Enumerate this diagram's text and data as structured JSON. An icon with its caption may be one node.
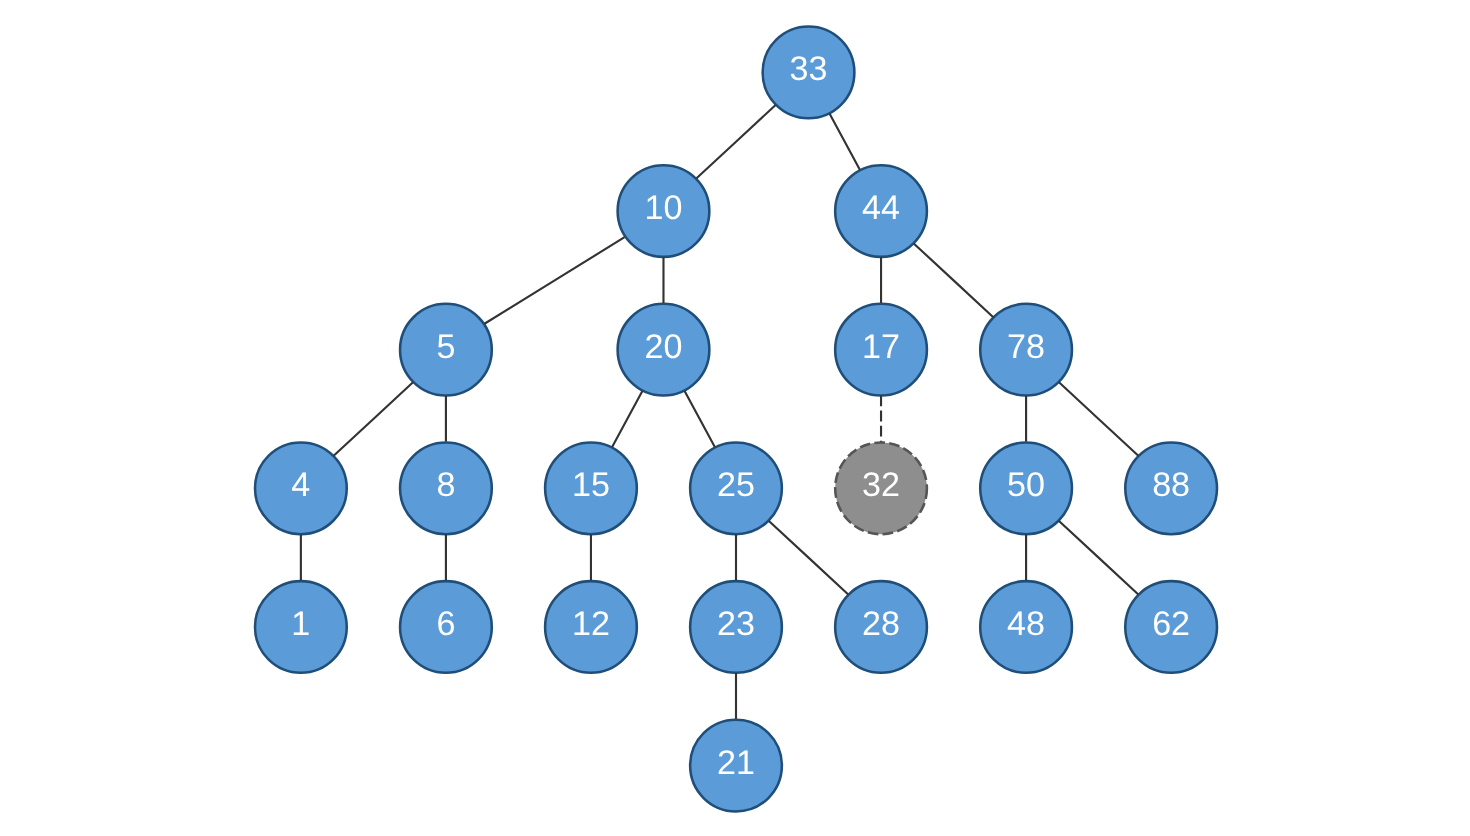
{
  "diagram": {
    "nodes": [
      {
        "text": [
          "33"
        ]
      },
      {
        "text": [
          "10"
        ]
      },
      {
        "text": [
          "44"
        ]
      },
      {
        "text": [
          "5"
        ]
      },
      {
        "text": [
          "20"
        ]
      },
      {
        "text": [
          "17"
        ]
      },
      {
        "text": [
          "78"
        ]
      },
      {
        "text": [
          "4"
        ]
      },
      {
        "text": [
          "8"
        ]
      },
      {
        "text": [
          "15"
        ]
      },
      {
        "text": [
          "25"
        ]
      },
      {
        "text": [
          "32"
        ]
      },
      {
        "text": [
          "50"
        ]
      },
      {
        "text": [
          "88"
        ]
      },
      {
        "text": [
          "1"
        ]
      },
      {
        "text": [
          "6"
        ]
      },
      {
        "text": [
          "12"
        ]
      },
      {
        "text": [
          "23"
        ]
      },
      {
        "text": [
          "28"
        ]
      },
      {
        "text": [
          "48"
        ]
      },
      {
        "text": [
          "62"
        ]
      },
      {
        "text": [
          "21"
        ]
      }
    ],
    "edges": [
      {
        "from": 0,
        "to": 1,
        "arrow": "none"
      },
      {
        "from": 0,
        "to": 2,
        "arrow": "none"
      },
      {
        "from": 1,
        "to": 3,
        "arrow": "none"
      },
      {
        "from": 1,
        "to": 4,
        "arrow": "none"
      },
      {
        "from": 2,
        "to": 5,
        "arrow": "none"
      },
      {
        "from": 2,
        "to": 6,
        "arrow": "none"
      },
      {
        "from": 3,
        "to": 7,
        "arrow": "none"
      },
      {
        "from": 3,
        "to": 8,
        "arrow": "none"
      },
      {
        "from": 4,
        "to": 9,
        "arrow": "none"
      },
      {
        "from": 4,
        "to": 10,
        "arrow": "none"
      },
      {
        "from": 5,
        "to": 11,
        "arrow": "none",
        "style": "dashed"
      },
      {
        "from": 6,
        "to": 12,
        "arrow": "none"
      },
      {
        "from": 6,
        "to": 13,
        "arrow": "none"
      },
      {
        "from": 7,
        "to": 14,
        "arrow": "none"
      },
      {
        "from": 8,
        "to": 15,
        "arrow": "none"
      },
      {
        "from": 9,
        "to": 16,
        "arrow": "none"
      },
      {
        "from": 10,
        "to": 17,
        "arrow": "none"
      },
      {
        "from": 10,
        "to": 18,
        "arrow": "none"
      },
      {
        "from": 12,
        "to": 19,
        "arrow": "none"
      },
      {
        "from": 12,
        "to": 20,
        "arrow": "none"
      },
      {
        "from": 17,
        "to": 21,
        "arrow": "none"
      }
    ]
  }
}
